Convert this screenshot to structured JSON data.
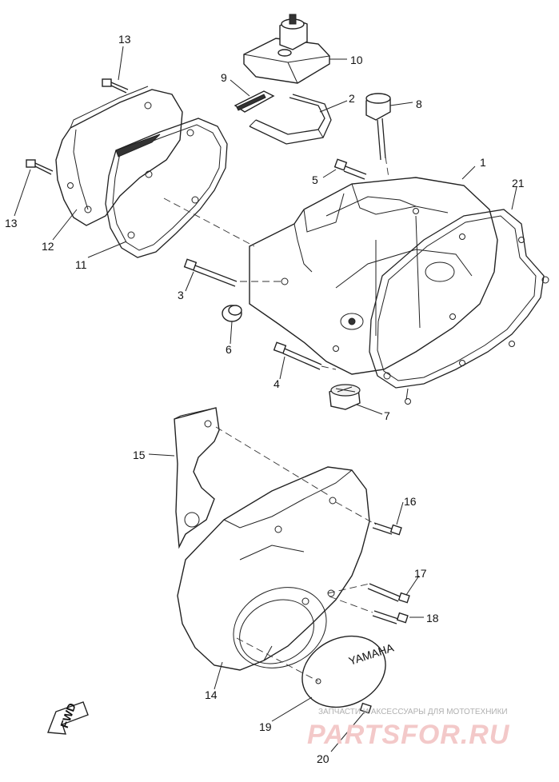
{
  "diagram": {
    "callouts": [
      {
        "id": "1",
        "label": "1"
      },
      {
        "id": "2",
        "label": "2"
      },
      {
        "id": "3",
        "label": "3"
      },
      {
        "id": "4",
        "label": "4"
      },
      {
        "id": "5",
        "label": "5"
      },
      {
        "id": "6",
        "label": "6"
      },
      {
        "id": "7",
        "label": "7"
      },
      {
        "id": "8",
        "label": "8"
      },
      {
        "id": "9",
        "label": "9"
      },
      {
        "id": "10",
        "label": "10"
      },
      {
        "id": "11",
        "label": "11"
      },
      {
        "id": "12",
        "label": "12"
      },
      {
        "id": "13a",
        "label": "13"
      },
      {
        "id": "13b",
        "label": "13"
      },
      {
        "id": "14",
        "label": "14"
      },
      {
        "id": "15",
        "label": "15"
      },
      {
        "id": "16",
        "label": "16"
      },
      {
        "id": "17",
        "label": "17"
      },
      {
        "id": "18",
        "label": "18"
      },
      {
        "id": "19",
        "label": "19"
      },
      {
        "id": "20",
        "label": "20"
      },
      {
        "id": "21",
        "label": "21"
      }
    ],
    "fwd_label": "FWD",
    "cover_emblem": "YAMAHA"
  },
  "watermark": {
    "tagline": "ЗАПЧАСТИ И АКСЕССУАРЫ ДЛЯ МОТОТЕХНИКИ",
    "brand": "PARTSFOR.RU"
  }
}
